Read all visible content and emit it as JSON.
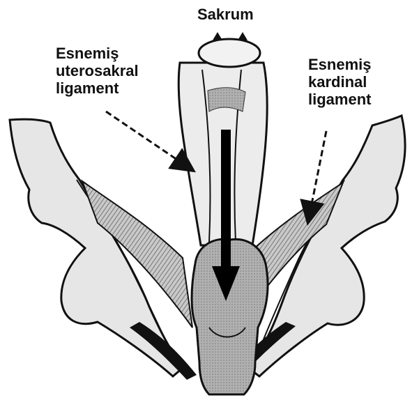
{
  "labels": {
    "sakrum": "Sakrum",
    "left_ligament": [
      "Esnemiş",
      "uterosakral",
      "ligament"
    ],
    "right_ligament": [
      "Esnemiş",
      "kardinal",
      "ligament"
    ]
  },
  "colors": {
    "outline": "#111111",
    "bone_fill": "#e6e6e6",
    "ligament_fill": "#bdbdbd",
    "organ_fill": "#a9a9a9",
    "arrow": "#000000"
  },
  "icons": {
    "sacrum_arrow": "down-arrow-icon",
    "pointer": "dashed-arrow-icon"
  }
}
